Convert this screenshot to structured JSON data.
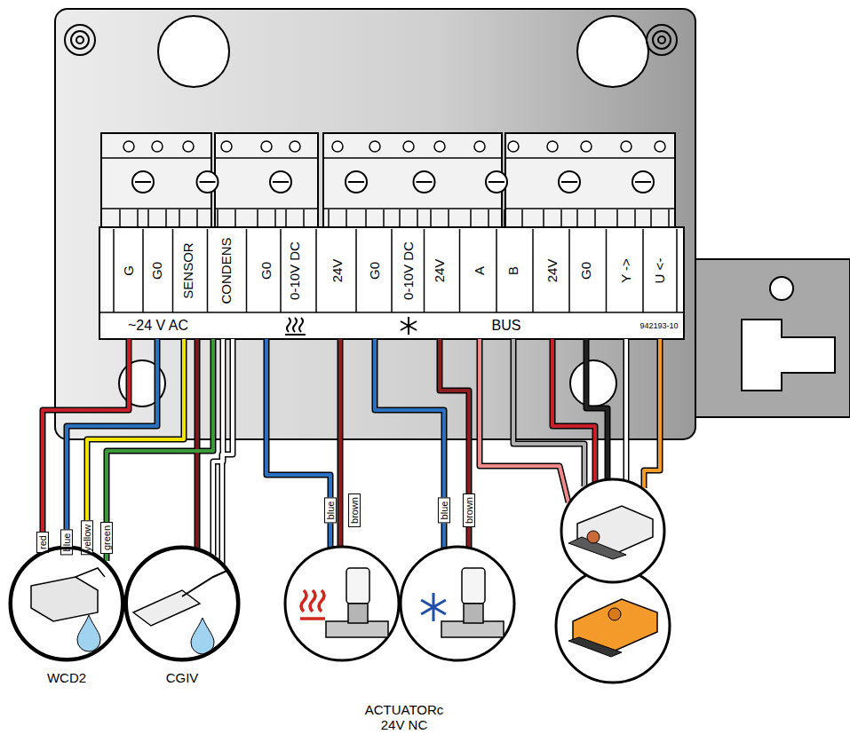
{
  "diagram": {
    "nodes": [
      {
        "text": [
          "WCD2"
        ]
      },
      {
        "text": [
          "CGIV"
        ]
      }
    ],
    "labels": [
      "G",
      "G0",
      "SENSOR",
      "CONDENS",
      "G0",
      "0-10V DC",
      "24V",
      "G0",
      "0-10V DC",
      "24V",
      "A",
      "B",
      "24V",
      "G0",
      "Y ->",
      "U <-",
      "~24 V AC",
      "BUS",
      "942193-10",
      "red",
      "blue",
      "yellow",
      "green",
      "blue",
      "brown",
      "blue",
      "brown",
      "ACTUATORc 24V NC"
    ]
  }
}
